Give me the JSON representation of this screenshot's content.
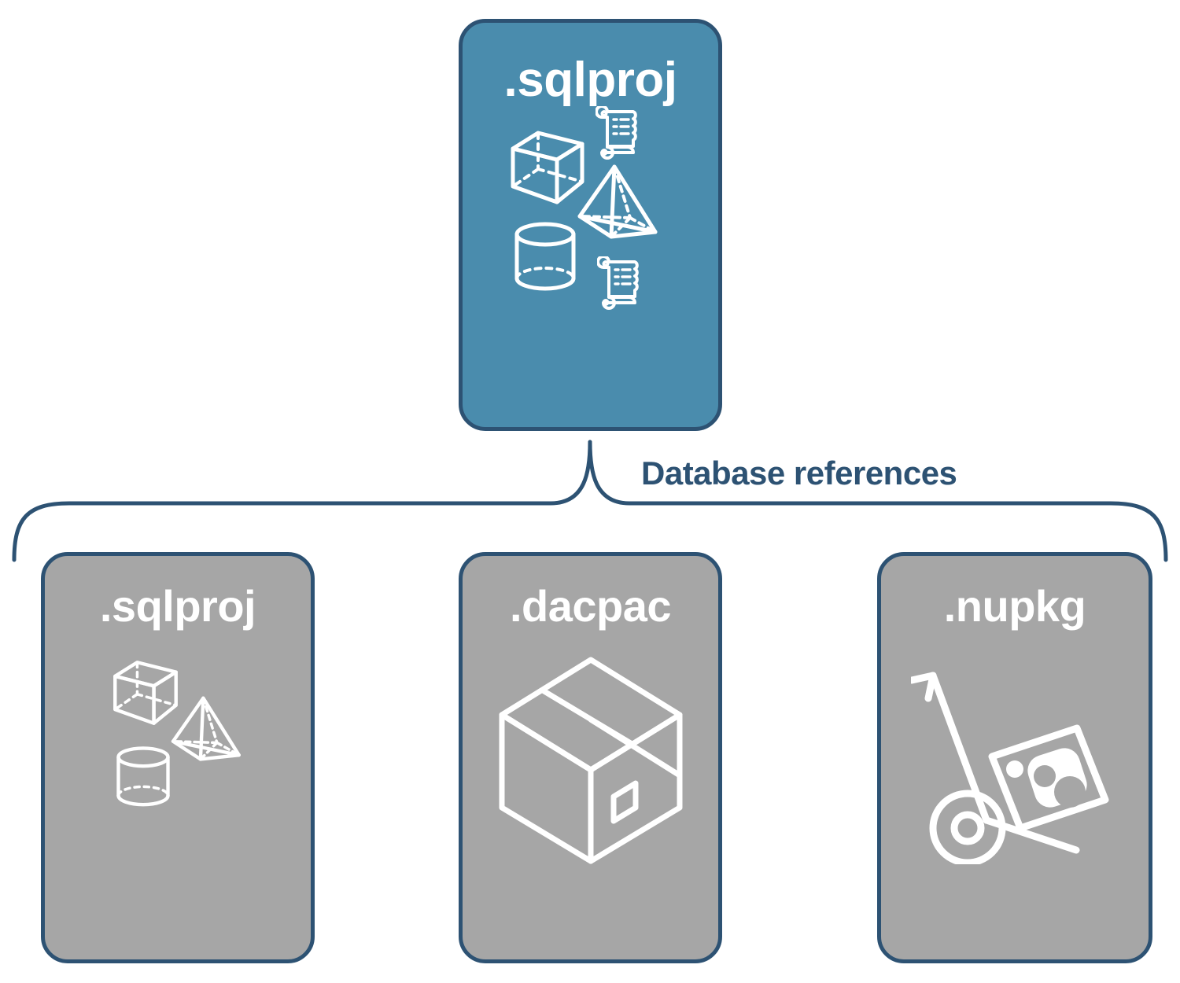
{
  "diagram": {
    "title": "Database references",
    "colors": {
      "primary_fill": "#4a8cad",
      "secondary_fill": "#a6a6a6",
      "outline": "#2d5273",
      "icon": "#ffffff",
      "background": "#ffffff"
    },
    "root": {
      "label": ".sqlproj",
      "icons": [
        "cube-icon",
        "scroll-icon",
        "pyramid-icon",
        "cylinder-icon",
        "scroll-icon"
      ]
    },
    "connector": {
      "type": "brace",
      "label": "Database references",
      "from": ".sqlproj",
      "to": [
        ".sqlproj",
        ".dacpac",
        ".nupkg"
      ]
    },
    "references": [
      {
        "label": ".sqlproj",
        "icons": [
          "cube-icon",
          "pyramid-icon",
          "cylinder-icon"
        ]
      },
      {
        "label": ".dacpac",
        "icons": [
          "package-box-icon"
        ]
      },
      {
        "label": ".nupkg",
        "icons": [
          "hand-truck-icon",
          "nuget-logo-icon"
        ]
      }
    ]
  }
}
